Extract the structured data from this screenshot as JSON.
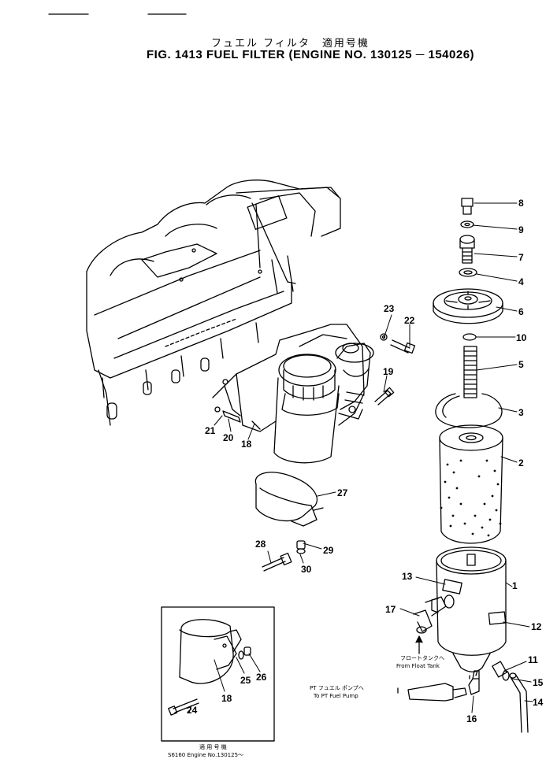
{
  "header": {
    "title_jp": "フュエル フィルタ　適用号機",
    "title_en": "FIG. 1413  FUEL FILTER (ENGINE NO. 130125 ─ 154026)"
  },
  "part_numbers": {
    "p1": "1",
    "p2": "2",
    "p3": "3",
    "p4": "4",
    "p5": "5",
    "p6": "6",
    "p7": "7",
    "p8": "8",
    "p9": "9",
    "p10": "10",
    "p11": "11",
    "p12": "12",
    "p13": "13",
    "p14": "14",
    "p15": "15",
    "p16": "16",
    "p17": "17",
    "p18": "18",
    "p19": "19",
    "p20": "20",
    "p21": "21",
    "p22": "22",
    "p23": "23",
    "p24": "24",
    "p25": "25",
    "p26": "26",
    "p27": "27",
    "p28": "28",
    "p29": "29",
    "p30": "30",
    "p18b": "18"
  },
  "notes": {
    "float_tank_jp": "フロートタンクへ",
    "float_tank_en": "From Float Tank",
    "pt_pump_jp": "PT フュエル  ポンプへ",
    "pt_pump_en": "To  PT  Fuel  Pump",
    "inset_jp": "適 用 号 機",
    "inset_en": "S6160  Engine  No.130125～"
  }
}
